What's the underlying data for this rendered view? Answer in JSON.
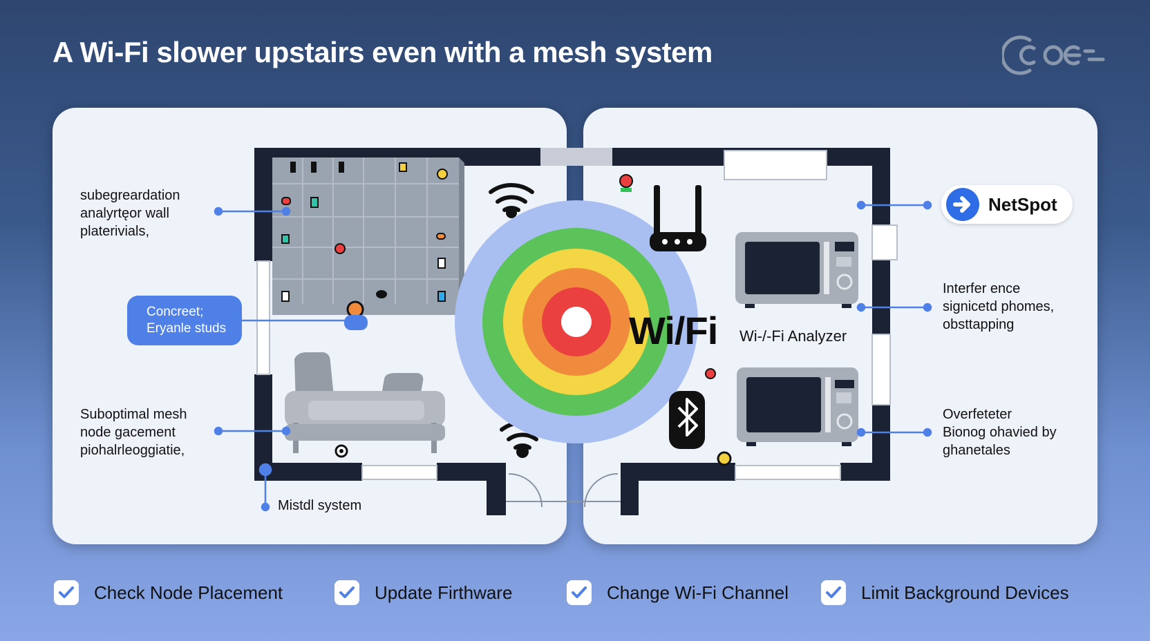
{
  "title": "A Wi-Fi slower upstairs even with a mesh system",
  "left_panel": {
    "wall_label": [
      "subegreardation",
      "analyrtęor wall",
      "platerivials,"
    ],
    "concrete_callout": [
      "Concreet;",
      "Eryanle studs"
    ],
    "placement_label": [
      "Suboptimal mesh",
      "node gacement",
      "piohalrleoggiatie,"
    ],
    "system_label": "Mistdl system"
  },
  "right_panel": {
    "netspot_label": "NetSpot",
    "wifi_text": "Wi/Fi",
    "analyzer_label": "Wi-/-Fi Analyzer",
    "interference_label": [
      "Interfer ence",
      "signicetd phomes,",
      "obsttapping"
    ],
    "overfeteter_label": [
      "Overfeteter",
      "Bionog ohavied by",
      "ghanetales"
    ]
  },
  "checklist": [
    {
      "label": "Check Node Placement"
    },
    {
      "label": "Update Firthware"
    },
    {
      "label": "Change Wi-Fi Channel"
    },
    {
      "label": "Limit Background Devices"
    }
  ],
  "colors": {
    "accent_blue": "#4f80e8",
    "panel_bg": "#eef2f9",
    "wall_dark": "#1a2233",
    "ring_blue": "#a9bff2",
    "ring_green": "#5cc25a",
    "ring_yellow": "#f4d544",
    "ring_orange": "#f08a3c",
    "ring_red": "#ea4040"
  },
  "icons": [
    "wifi-icon",
    "router-icon",
    "microwave-icon",
    "bluetooth-icon",
    "netspot-arrow-icon",
    "check-icon",
    "brand-logo-icon",
    "sofa-icon"
  ]
}
